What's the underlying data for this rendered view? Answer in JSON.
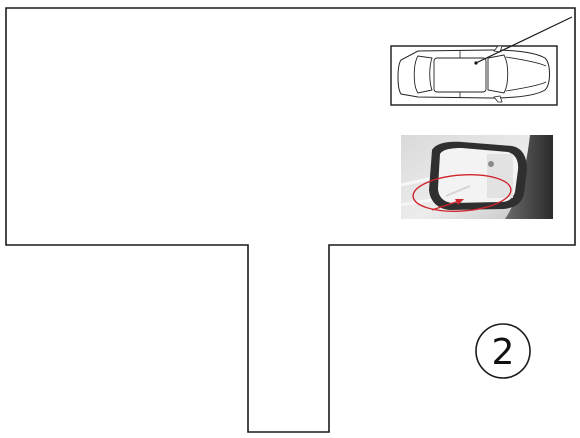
{
  "diagram": {
    "type": "parking-layout",
    "step_number": "2",
    "colors": {
      "background": "#ffffff",
      "outline": "#1a1a1a",
      "highlight": "#d0242c",
      "mirror_frame": "#2f2f2f",
      "glass": "#f3f3f3",
      "car_body": "#111111",
      "door": "#555555"
    },
    "icons": {
      "car": "car-top-view-icon",
      "mirror": "side-mirror-photo"
    }
  }
}
